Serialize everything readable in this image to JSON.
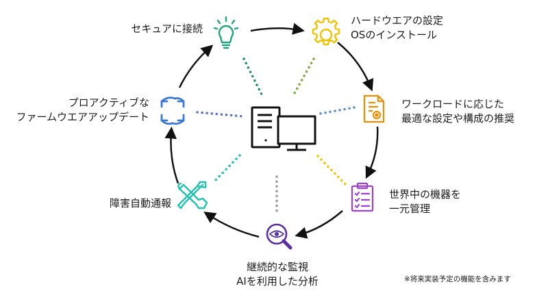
{
  "steps": [
    {
      "lines": [
        "セキュアに接続"
      ],
      "icon": "lightbulb-icon",
      "color": "#1fa37a"
    },
    {
      "lines": [
        "ハードウエアの設定",
        "OSのインストール"
      ],
      "icon": "gear-icon",
      "color": "#f2c200"
    },
    {
      "lines": [
        "ワークロードに応じた",
        "最適な設定や構成の推奨"
      ],
      "icon": "document-gear-icon",
      "color": "#f08c00"
    },
    {
      "lines": [
        "世界中の機器を",
        "一元管理"
      ],
      "icon": "clipboard-checklist-icon",
      "color": "#9b3fd6"
    },
    {
      "lines": [
        "継続的な監視",
        "AIを利用した分析"
      ],
      "icon": "magnifier-eye-icon",
      "color": "#5a2ea6"
    },
    {
      "lines": [
        "障害自動通報"
      ],
      "icon": "wrench-screwdriver-icon",
      "color": "#1fc2b0"
    },
    {
      "lines": [
        "プロアクティブな",
        "ファームウエアアップデート"
      ],
      "icon": "refresh-arrows-icon",
      "color": "#3a78d8"
    }
  ],
  "center_icon": "computer-server-monitor-icon",
  "connector_colors": [
    "#1f8f6a",
    "#7aa83a",
    "#5f8fd6",
    "#f2c200",
    "#9a9a9a",
    "#1fc2b0",
    "#5577c0"
  ],
  "note": "※将来実装予定の機能を含みます"
}
